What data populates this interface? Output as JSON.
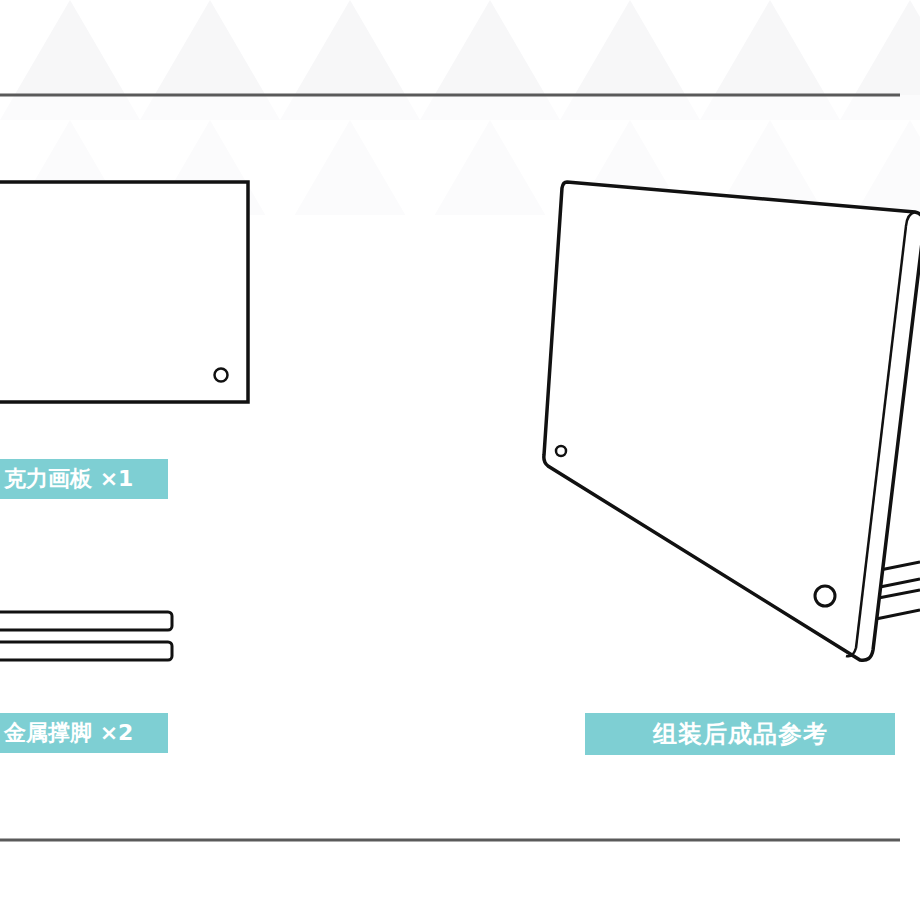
{
  "diagram": {
    "nodes": [
      {
        "text": [
          "克力画板 ×1"
        ]
      },
      {
        "text": [
          "金属撑脚 ×2"
        ]
      },
      {
        "text": [
          "组装后成品参考"
        ]
      }
    ]
  }
}
